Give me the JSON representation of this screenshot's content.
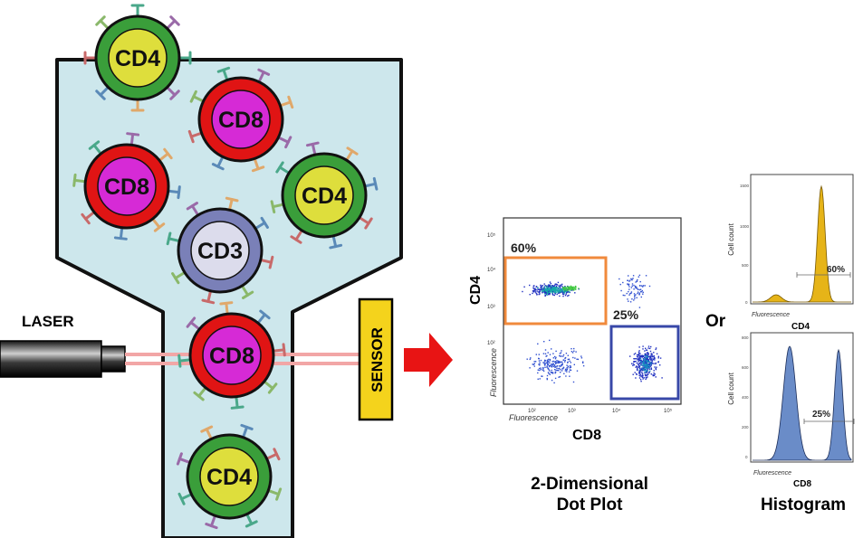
{
  "colors": {
    "chamber_fill": "#cde7ec",
    "cd4_ring": "#3a9e3a",
    "cd4_core": "#dede3c",
    "cd8_ring": "#e01414",
    "cd8_core": "#d62ad6",
    "cd3_ring": "#7a80b8",
    "cd3_core": "#dcdcec",
    "laser_beam": "#f2a6a6",
    "sensor_fill": "#f4d31c",
    "arrow": "#e81414",
    "gate_cd4": "#f08a3c",
    "gate_cd8": "#3848a8",
    "hist_cd4_fill": "#e6b418",
    "hist_cd8_fill": "#6a8cc8"
  },
  "cells": [
    {
      "label": "CD4",
      "type": "cd4"
    },
    {
      "label": "CD8",
      "type": "cd8"
    },
    {
      "label": "CD8",
      "type": "cd8"
    },
    {
      "label": "CD4",
      "type": "cd4"
    },
    {
      "label": "CD3",
      "type": "cd3"
    },
    {
      "label": "CD8",
      "type": "cd8"
    },
    {
      "label": "CD4",
      "type": "cd4"
    }
  ],
  "laser": {
    "label": "LASER"
  },
  "sensor": {
    "label": "SENSOR"
  },
  "dot_plot": {
    "y_axis": "CD4",
    "x_axis": "CD8",
    "y_fluor": "Fluorescence",
    "x_fluor": "Fluorescence",
    "gate_cd4_pct": "60%",
    "gate_cd8_pct": "25%",
    "ticks": [
      "10²",
      "10³",
      "10⁴",
      "10⁵"
    ],
    "caption_line1": "2-Dimensional",
    "caption_line2": "Dot Plot"
  },
  "or_label": "Or",
  "histograms": {
    "caption": "Histogram",
    "cd4": {
      "ylabel": "Cell count",
      "xlabel": "Fluorescence",
      "marker": "CD4",
      "pct": "60%",
      "yticks": [
        "0",
        "500",
        "1000",
        "1500"
      ]
    },
    "cd8": {
      "ylabel": "Cell count",
      "xlabel": "Fluorescence",
      "marker": "CD8",
      "pct": "25%",
      "yticks": [
        "0",
        "200",
        "400",
        "600",
        "800"
      ]
    }
  }
}
